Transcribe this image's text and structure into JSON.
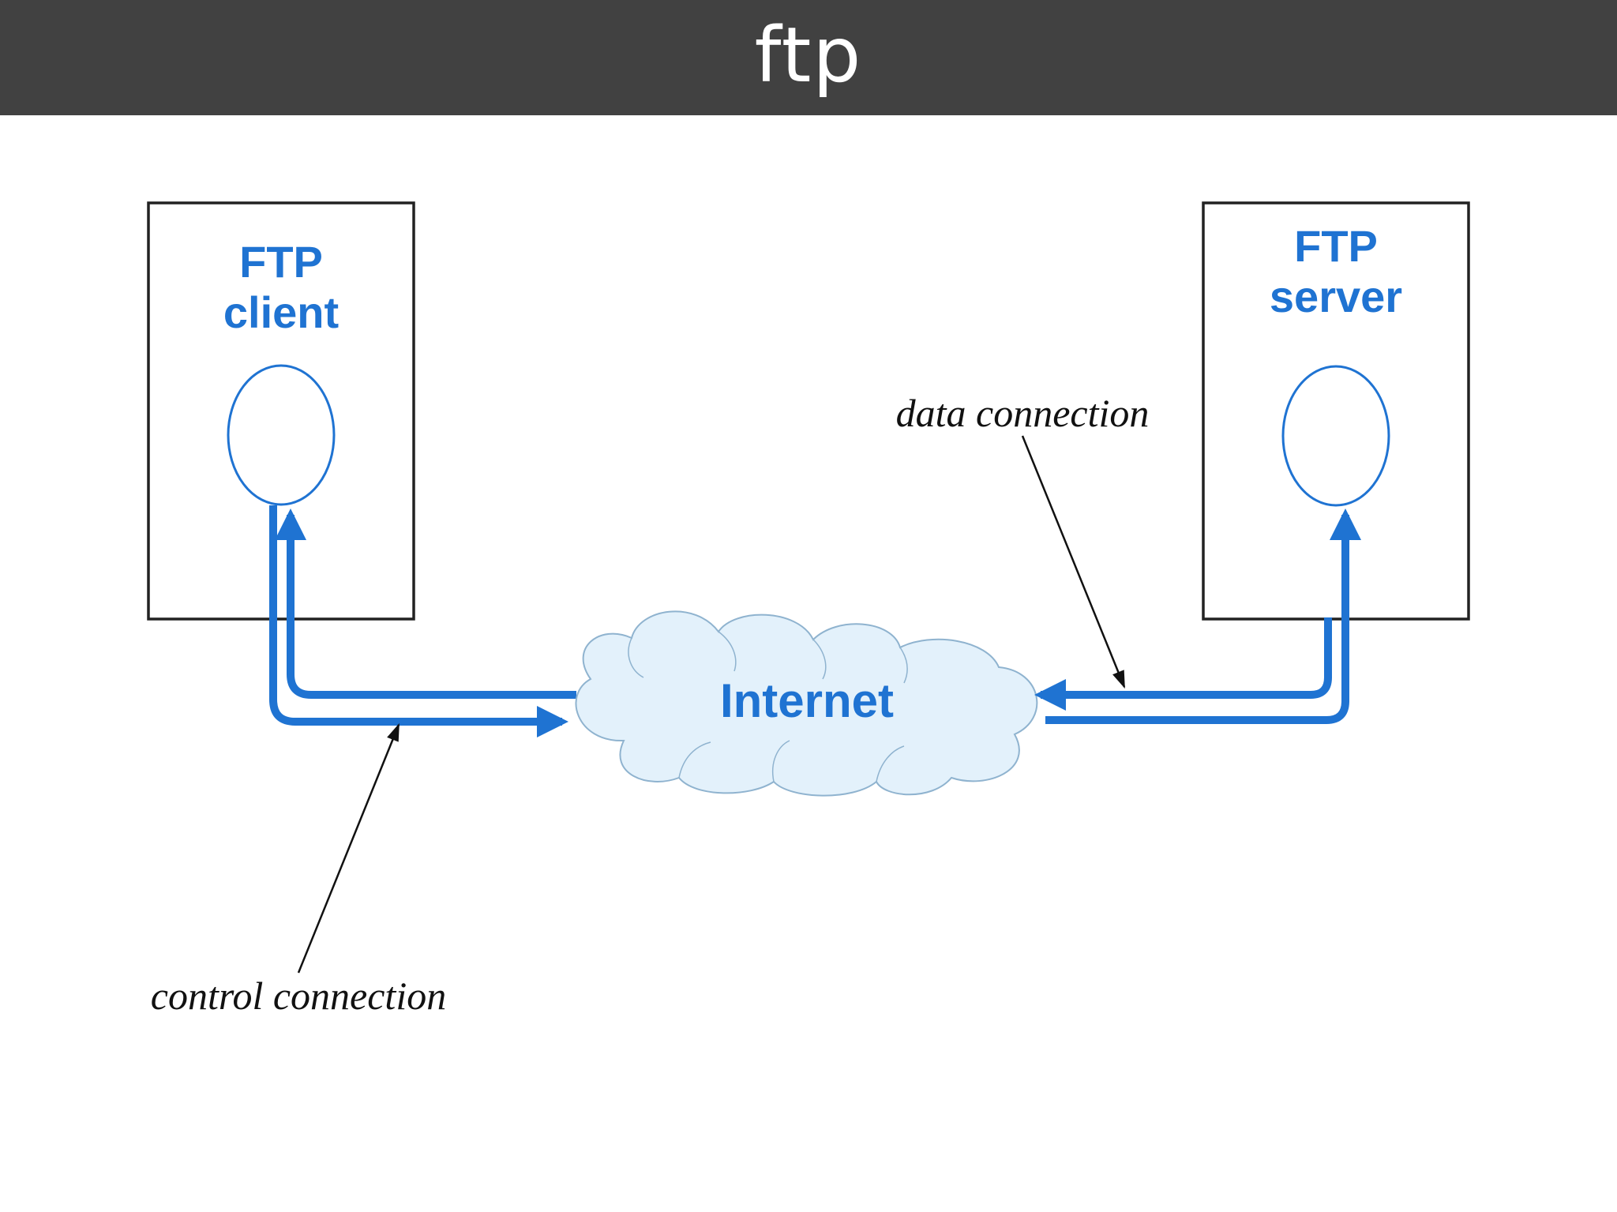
{
  "slide": {
    "title": "ftp"
  },
  "diagram": {
    "client": {
      "line1": "FTP",
      "line2": "client"
    },
    "server": {
      "line1": "FTP",
      "line2": "server"
    },
    "network": {
      "label": "Internet"
    },
    "annotations": {
      "data_connection": "data connection",
      "control_connection": "control connection"
    }
  },
  "colors": {
    "title_bar": "#414141",
    "title_text": "#ffffff",
    "connection_blue": "#1f73d2",
    "cloud_fill": "#e3f1fb",
    "cloud_stroke": "#8fb3cf",
    "box_stroke": "#222222"
  }
}
